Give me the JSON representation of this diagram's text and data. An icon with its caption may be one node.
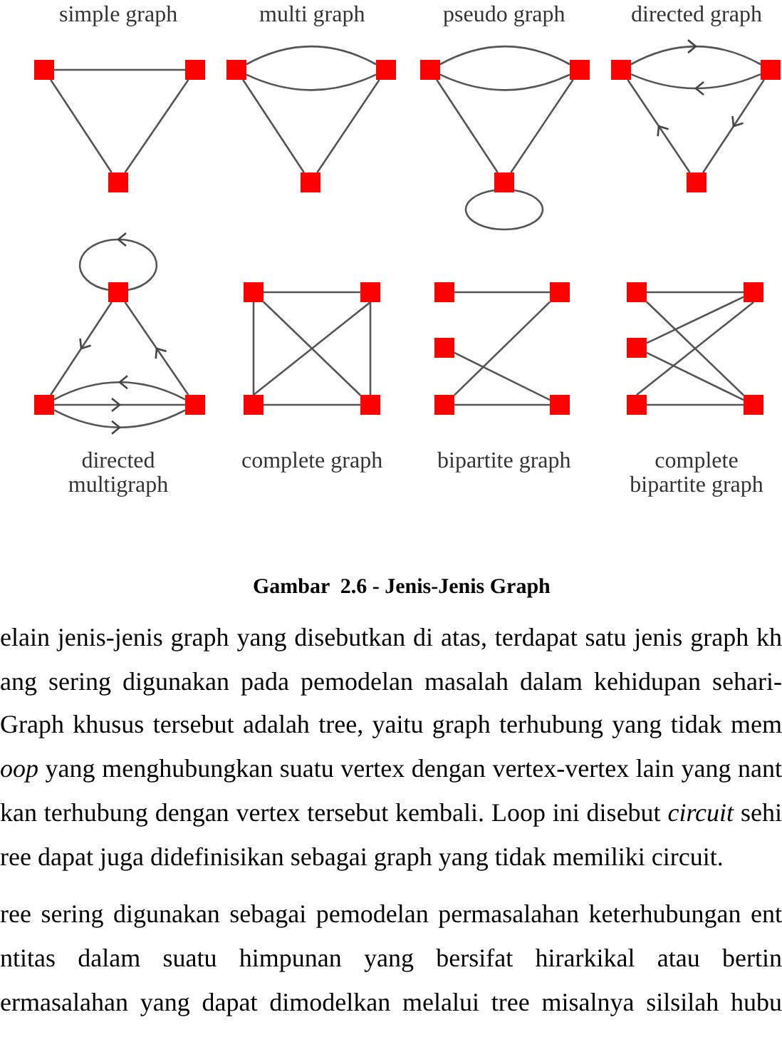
{
  "diagram": {
    "caption": "Gambar  2.6 - Jenis-Jenis Graph",
    "nodes": [
      {
        "text": [],
        "shape": "box"
      },
      {
        "text": [],
        "shape": "box"
      },
      {
        "text": [],
        "shape": "box"
      },
      {
        "text": [],
        "shape": "box"
      },
      {
        "text": [],
        "shape": "box"
      },
      {
        "text": [],
        "shape": "box"
      },
      {
        "text": [],
        "shape": "box"
      },
      {
        "text": [],
        "shape": "box"
      },
      {
        "text": [],
        "shape": "box"
      },
      {
        "text": [],
        "shape": "box"
      },
      {
        "text": [],
        "shape": "box"
      },
      {
        "text": [],
        "shape": "box"
      },
      {
        "text": [],
        "shape": "box"
      },
      {
        "text": [],
        "shape": "box"
      },
      {
        "text": [],
        "shape": "box"
      },
      {
        "text": [],
        "shape": "box"
      },
      {
        "text": [],
        "shape": "box"
      },
      {
        "text": [],
        "shape": "box"
      },
      {
        "text": [],
        "shape": "box"
      },
      {
        "text": [],
        "shape": "box"
      },
      {
        "text": [],
        "shape": "box"
      },
      {
        "text": [],
        "shape": "box"
      },
      {
        "text": [],
        "shape": "box"
      },
      {
        "text": [],
        "shape": "box"
      },
      {
        "text": [],
        "shape": "box"
      },
      {
        "text": [],
        "shape": "box"
      },
      {
        "text": [],
        "shape": "box"
      },
      {
        "text": [],
        "shape": "box"
      },
      {
        "text": [],
        "shape": "box"
      }
    ],
    "edges": [
      {
        "from": 0,
        "to": 1,
        "arrow": "none"
      },
      {
        "from": 0,
        "to": 2,
        "arrow": "none"
      },
      {
        "from": 1,
        "to": 2,
        "arrow": "none"
      },
      {
        "from": 3,
        "to": 4,
        "arrow": "none"
      },
      {
        "from": 3,
        "to": 4,
        "arrow": "none"
      },
      {
        "from": 3,
        "to": 5,
        "arrow": "none"
      },
      {
        "from": 4,
        "to": 5,
        "arrow": "none"
      },
      {
        "from": 6,
        "to": 7,
        "arrow": "none"
      },
      {
        "from": 6,
        "to": 7,
        "arrow": "none"
      },
      {
        "from": 6,
        "to": 8,
        "arrow": "none"
      },
      {
        "from": 7,
        "to": 8,
        "arrow": "none"
      },
      {
        "from": 8,
        "to": 8,
        "arrow": "none"
      },
      {
        "from": 9,
        "to": 10,
        "arrow": "to"
      },
      {
        "from": 10,
        "to": 9,
        "arrow": "to"
      },
      {
        "from": 11,
        "to": 9,
        "arrow": "to"
      },
      {
        "from": 10,
        "to": 11,
        "arrow": "to"
      },
      {
        "from": 12,
        "to": 12,
        "arrow": "to"
      },
      {
        "from": 12,
        "to": 13,
        "arrow": "to"
      },
      {
        "from": 14,
        "to": 12,
        "arrow": "to"
      },
      {
        "from": 14,
        "to": 13,
        "arrow": "to"
      },
      {
        "from": 13,
        "to": 14,
        "arrow": "to"
      },
      {
        "from": 13,
        "to": 14,
        "arrow": "to"
      },
      {
        "from": 15,
        "to": 16,
        "arrow": "none"
      },
      {
        "from": 15,
        "to": 17,
        "arrow": "none"
      },
      {
        "from": 15,
        "to": 18,
        "arrow": "none"
      },
      {
        "from": 16,
        "to": 17,
        "arrow": "none"
      },
      {
        "from": 16,
        "to": 18,
        "arrow": "none"
      },
      {
        "from": 17,
        "to": 18,
        "arrow": "none"
      },
      {
        "from": 19,
        "to": 20,
        "arrow": "none"
      },
      {
        "from": 22,
        "to": 20,
        "arrow": "none"
      },
      {
        "from": 21,
        "to": 23,
        "arrow": "none"
      },
      {
        "from": 22,
        "to": 23,
        "arrow": "none"
      },
      {
        "from": 24,
        "to": 25,
        "arrow": "none"
      },
      {
        "from": 24,
        "to": 28,
        "arrow": "none"
      },
      {
        "from": 26,
        "to": 25,
        "arrow": "none"
      },
      {
        "from": 26,
        "to": 28,
        "arrow": "none"
      },
      {
        "from": 27,
        "to": 25,
        "arrow": "none"
      },
      {
        "from": 27,
        "to": 28,
        "arrow": "none"
      }
    ],
    "labels": [
      "simple graph",
      "multi graph",
      "pseudo graph",
      "directed graph",
      "directed multigraph",
      "complete graph",
      "bipartite graph",
      "complete bipartite graph",
      "elain jenis-jenis graph yang disebutkan di atas, terdapat satu jenis graph kh",
      "ang sering digunakan pada pemodelan masalah dalam kehidupan sehari-",
      "Graph khusus tersebut adalah tree, yaitu graph terhubung yang tidak mem",
      "*oop* yang menghubungkan suatu vertex dengan vertex-vertex lain yang nant",
      "kan terhubung dengan vertex tersebut kembali. Loop ini disebut *circuit* sehi",
      "ree dapat juga didefinisikan sebagai graph yang tidak memiliki circuit.",
      "ree sering digunakan sebagai pemodelan permasalahan keterhubungan ent",
      "ntitas dalam suatu himpunan yang bersifat hirarkikal atau bertin",
      "ermasalahan yang dapat dimodelkan melalui tree misalnya silsilah hubu"
    ]
  }
}
